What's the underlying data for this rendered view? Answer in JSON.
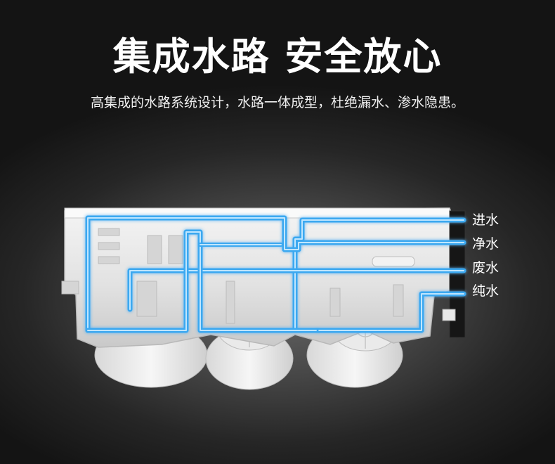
{
  "headline": "集成水路 安全放心",
  "subtitle": "高集成的水路系统设计，水路一体成型，杜绝漏水、渗水隐患。",
  "water_labels": {
    "inlet": "进水",
    "pure": "净水",
    "waste": "废水",
    "purified": "纯水"
  },
  "colors": {
    "pipe": "#3aa8f0",
    "pipe_glow": "#8fd4ff",
    "text": "#ffffff"
  }
}
